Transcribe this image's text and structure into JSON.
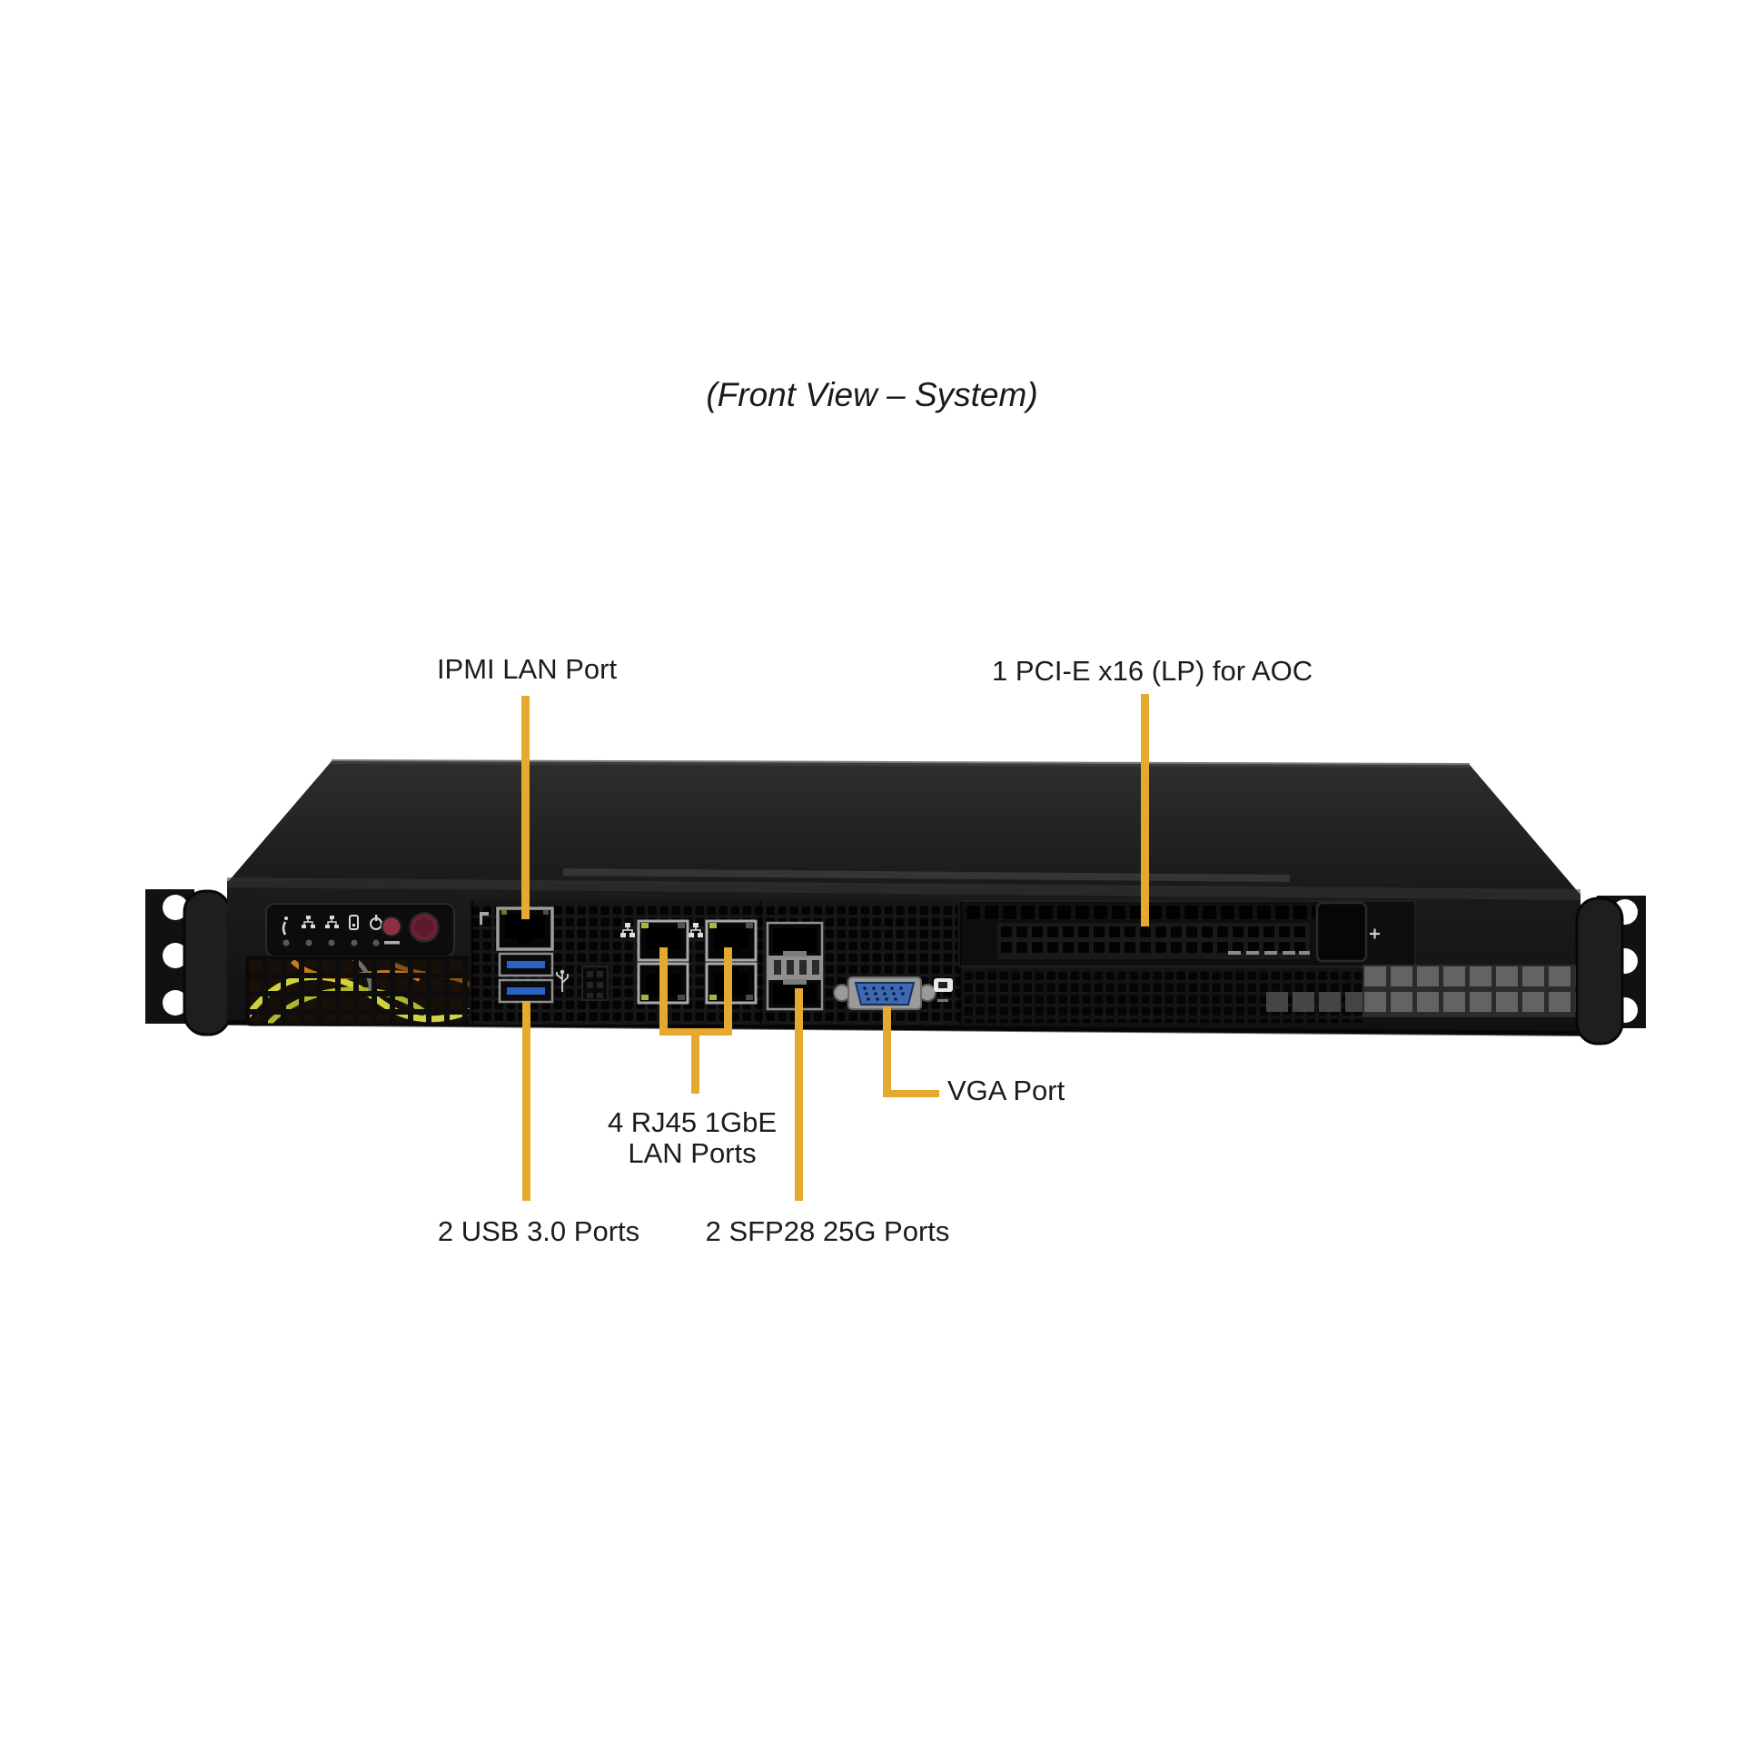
{
  "title": "(Front View – System)",
  "callouts": {
    "ipmi": {
      "label": "IPMI LAN Port"
    },
    "pcie": {
      "label": "1 PCI-E x16 (LP) for AOC"
    },
    "rj45": {
      "label": "4 RJ45 1GbE\nLAN Ports"
    },
    "usb": {
      "label": "2 USB 3.0 Ports"
    },
    "sfp": {
      "label": "2 SFP28 25G Ports"
    },
    "vga": {
      "label": "VGA Port"
    }
  },
  "colors": {
    "background": "#ffffff",
    "callout_line": "#E5A930",
    "label_text": "#1c1c1c",
    "chassis_dark": "#151515",
    "chassis_top": "#262626",
    "port_bezel": "#9d9d9d",
    "usb_blue": "#2a63c4",
    "vga_blue": "#3e68b2",
    "button_red": "#7a2336",
    "wire_yellow": "#cfd23c",
    "wire_orange": "#c87a1e"
  },
  "icons": {
    "front_panel": [
      "info-icon",
      "lan1-activity-icon",
      "lan2-activity-icon",
      "hdd-icon",
      "power-icon"
    ],
    "ports": [
      "usb-symbol-icon",
      "network-icon",
      "network-icon",
      "vga-indicator-icon"
    ]
  }
}
